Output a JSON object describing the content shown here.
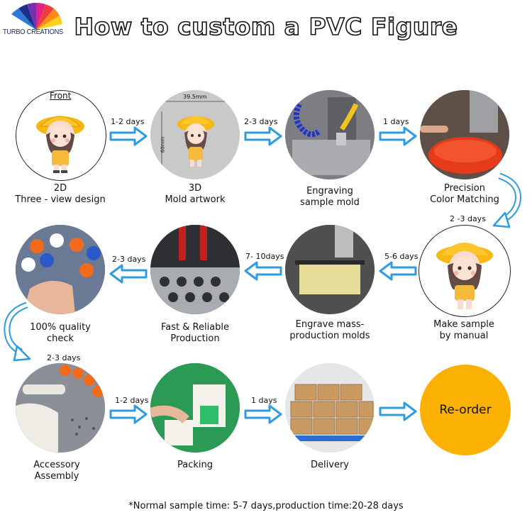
{
  "brand": {
    "name": "TURBO CREATIONS"
  },
  "title": "How to custom a  PVC Figure",
  "footnote": "*Normal sample time: 5-7 days,production time:20-28 days",
  "steps": [
    {
      "id": "design",
      "line1": "2D",
      "line2": "Three - view design",
      "note": "Front"
    },
    {
      "id": "mold-artwork",
      "line1": "3D",
      "line2": "Mold artwork",
      "dim_w": "39.5mm",
      "dim_h": "60mm"
    },
    {
      "id": "engraving",
      "line1": "Engraving",
      "line2": "sample mold"
    },
    {
      "id": "color",
      "line1": "Precision",
      "line2": "Color Matching"
    },
    {
      "id": "sample",
      "line1": "Make sample",
      "line2": "by manual"
    },
    {
      "id": "engrave-mass",
      "line1": "Engrave mass-",
      "line2": "production molds"
    },
    {
      "id": "production",
      "line1": "Fast & Reliable",
      "line2": "Production"
    },
    {
      "id": "quality",
      "line1": "100% quality",
      "line2": "check"
    },
    {
      "id": "assembly",
      "line1": "Accessory",
      "line2": "Assembly"
    },
    {
      "id": "packing",
      "line1": "Packing",
      "line2": ""
    },
    {
      "id": "delivery",
      "line1": "Delivery",
      "line2": ""
    },
    {
      "id": "reorder",
      "line1": "Re-order",
      "line2": ""
    }
  ],
  "durations": {
    "d1": "1-2 days",
    "d2": "2-3 days",
    "d3": "1 days",
    "d4": "2 -3 days",
    "d5": "5-6 days",
    "d6": "7- 10days",
    "d7": "2-3 days",
    "d8": "2-3 days",
    "d9": "1-2 days",
    "d10": "1 days"
  },
  "colors": {
    "arrow": "#2f9be0",
    "reorder": "#fbb102",
    "title_fill": "#ffffff",
    "title_stroke": "#111111"
  },
  "icons": [
    "arrow-right-icon",
    "arrow-left-icon",
    "curved-arrow-down-icon",
    "figure-icon"
  ]
}
